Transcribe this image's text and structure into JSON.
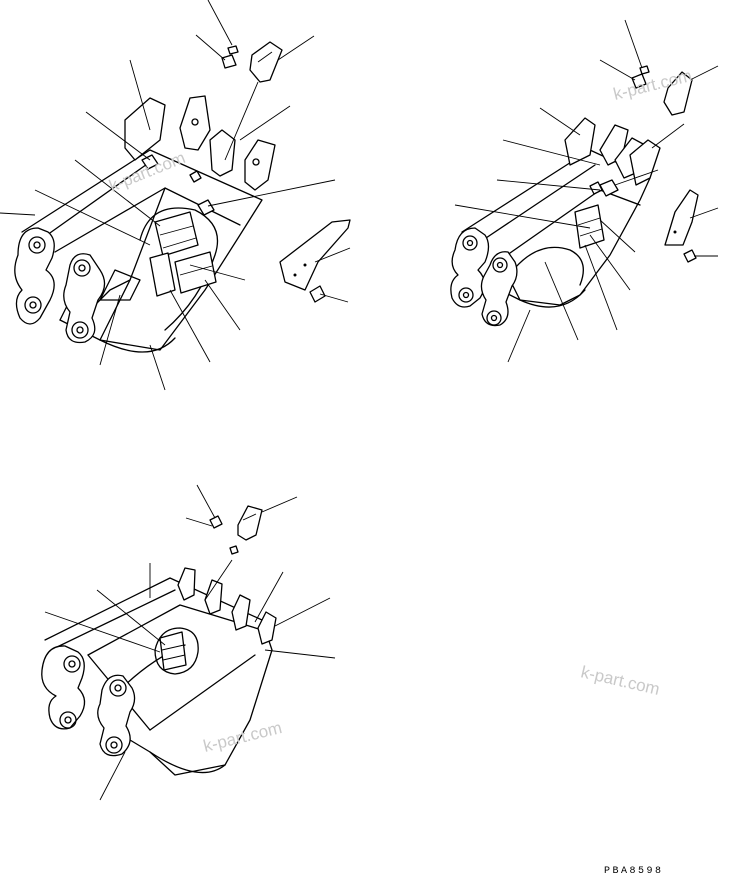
{
  "drawing_code": "PBA8598",
  "watermark": "k-part.com",
  "colors": {
    "line": "#000000",
    "watermark": "#c9c9c9",
    "background": "#ffffff"
  },
  "views": [
    {
      "name": "bucket-view-top-left",
      "leader_count": 17
    },
    {
      "name": "bucket-view-top-right",
      "leader_count": 15
    },
    {
      "name": "bucket-view-bottom-left",
      "leader_count": 11
    }
  ]
}
